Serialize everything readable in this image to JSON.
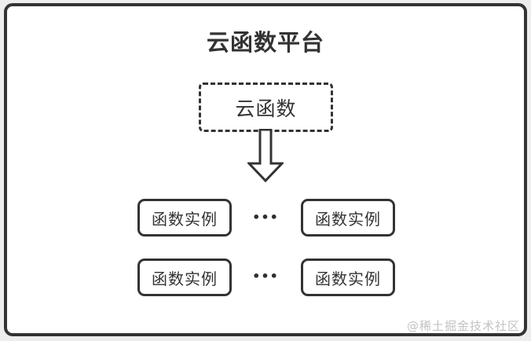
{
  "diagram": {
    "title": "云函数平台",
    "cloud_function_label": "云函数",
    "instance_labels": [
      "函数实例",
      "函数实例",
      "函数实例",
      "函数实例"
    ],
    "ellipsis_row1": "•••",
    "ellipsis_row2": "•••",
    "watermark": "@稀土掘金技术社区"
  },
  "colors": {
    "line": "#333333",
    "canvas_background": "#ffffff",
    "page_background": "#ededed",
    "watermark_text": "#c2c2c2"
  }
}
